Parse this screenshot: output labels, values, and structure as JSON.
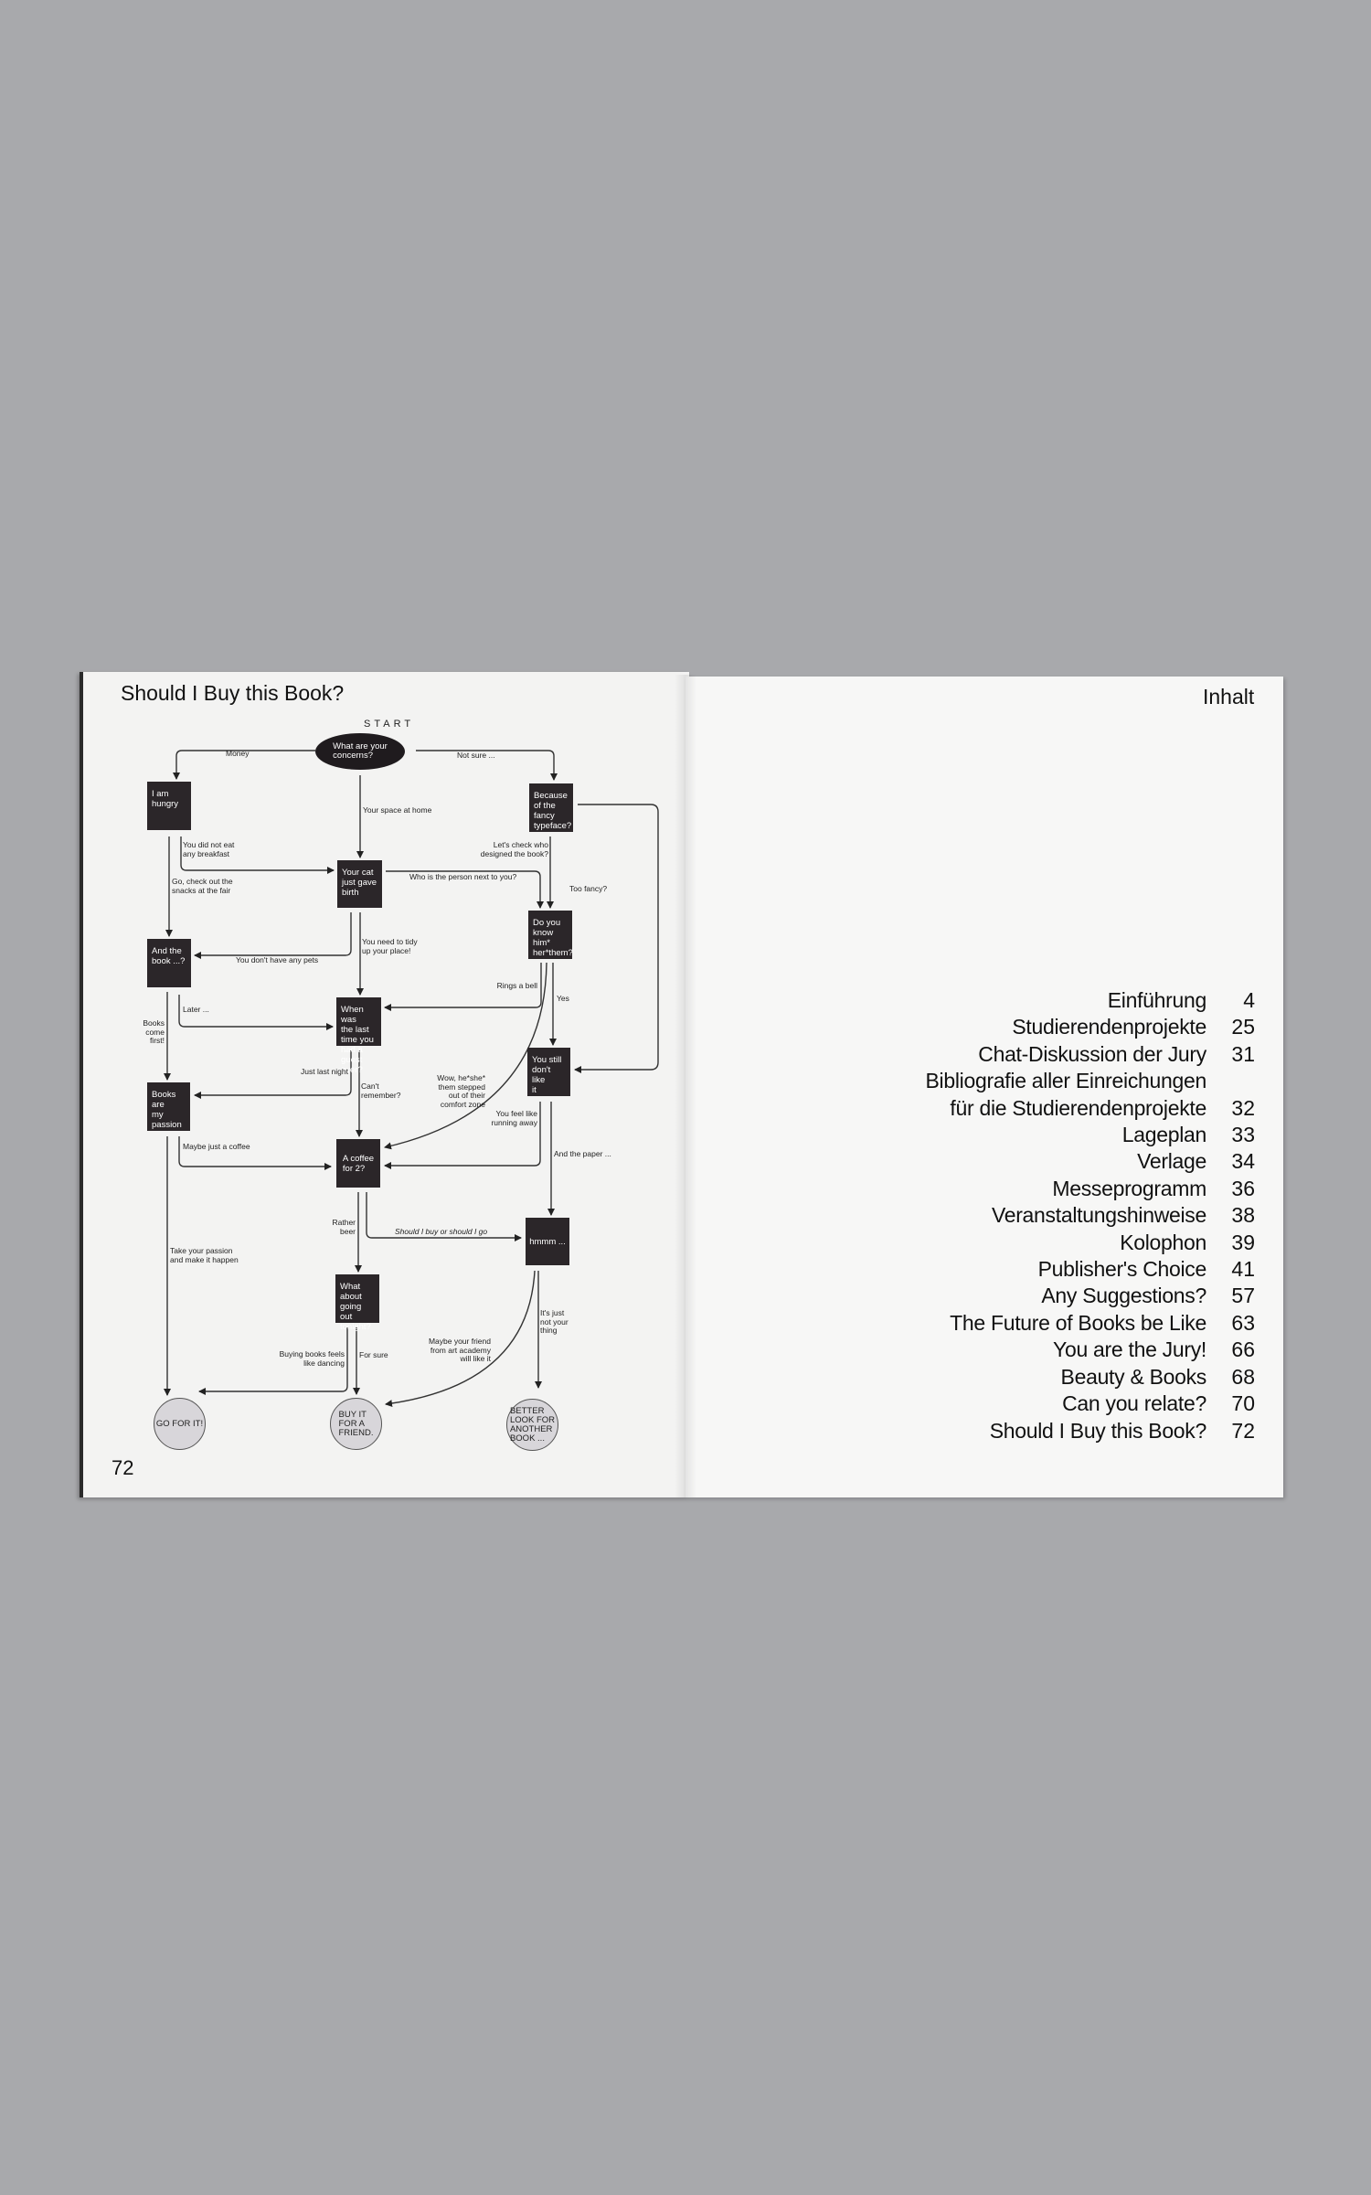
{
  "left_page": {
    "title": "Should I Buy this Book?",
    "page_number": "72",
    "flowchart": {
      "start_label": "START",
      "nodes": {
        "concerns": "What are your\nconcerns?",
        "hungry": "I am\nhungry",
        "cat": "Your cat\njust gave\nbirth",
        "typeface": "Because\nof the\nfancy\ntypeface?",
        "know": "Do you\nknow him*\nher*them?",
        "andbook": "And the\nbook ...?",
        "guest": "When was\nthe last\ntime you\nhad a guest\nover?",
        "stilldont": "You still\ndon't like\nit",
        "passion": "Books are\nmy passion",
        "coffee": "A coffee\nfor 2?",
        "hmmm": "hmmm ...",
        "goingout": "What\nabout\ngoing out\ntonight?",
        "goforit": "GO FOR IT!",
        "buyfriend": "BUY IT\nFOR A\nFRIEND.",
        "better": "BETTER\nLOOK FOR\nANOTHER\nBOOK ..."
      },
      "edges": {
        "money": "Money",
        "notsure": "Not sure ...",
        "space": "Your space at home",
        "breakfast": "You did not eat\nany breakfast",
        "snacks": "Go, check out the\nsnacks at the fair",
        "whoperson": "Who is the person next to you?",
        "designed": "Let's check who\ndesigned the book?",
        "toofancy": "Too fancy?",
        "tidy": "You need to tidy\nup your place!",
        "nopets": "You don't have any pets",
        "bell": "Rings a bell",
        "yes": "Yes",
        "later": "Later ...",
        "booksfirst": "Books\ncome\nfirst!",
        "lastnight": "Just last night",
        "cantremember": "Can't\nremember?",
        "wow": "Wow, he*she*\nthem stepped\nout of their\ncomfort zone",
        "runaway": "You feel like\nrunning away",
        "paper": "And the paper ...",
        "justcoffee": "Maybe just a coffee",
        "takepassion": "Take your passion\nand make it happen",
        "ratherbeer": "Rather\nbeer",
        "shouldigo": "Should I buy or should I go",
        "dancing": "Buying books feels\nlike dancing",
        "forsure": "For sure",
        "artfriend": "Maybe your friend\nfrom art academy\nwill like it",
        "notthing": "It's just\nnot your\nthing"
      }
    }
  },
  "right_page": {
    "title": "Inhalt",
    "toc": [
      {
        "title": "Einführung",
        "page": "4"
      },
      {
        "title": "Studierendenprojekte",
        "page": "25"
      },
      {
        "title": "Chat-Diskussion der Jury",
        "page": "31"
      },
      {
        "title": "Bibliografie aller Einreichungen\nfür die Studierendenprojekte",
        "page": "32"
      },
      {
        "title": "Lageplan",
        "page": "33"
      },
      {
        "title": "Verlage",
        "page": "34"
      },
      {
        "title": "Messeprogramm",
        "page": "36"
      },
      {
        "title": "Veranstaltungshinweise",
        "page": "38"
      },
      {
        "title": "Kolophon",
        "page": "39"
      },
      {
        "title": "Publisher's Choice",
        "page": "41"
      },
      {
        "title": "Any Suggestions?",
        "page": "57"
      },
      {
        "title": "The Future of Books be Like",
        "page": "63"
      },
      {
        "title": "You are the Jury!",
        "page": "66"
      },
      {
        "title": "Beauty & Books",
        "page": "68"
      },
      {
        "title": "Can you relate?",
        "page": "70"
      },
      {
        "title": "Should I Buy this Book?",
        "page": "72"
      }
    ]
  }
}
